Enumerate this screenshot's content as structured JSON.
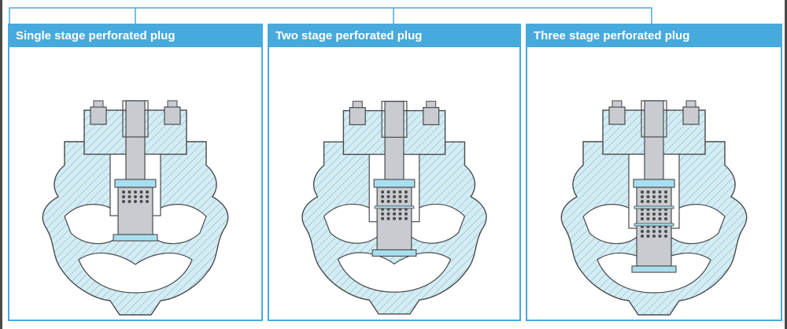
{
  "panels": [
    {
      "title": "Single stage perforated plug",
      "stages": 1
    },
    {
      "title": "Two stage perforated plug",
      "stages": 2
    },
    {
      "title": "Three stage perforated plug",
      "stages": 3
    }
  ],
  "colors": {
    "accent": "#48a9dc",
    "body_fill": "#d6ecf3",
    "hatch": "#7fc2dc",
    "outline": "#4a4a4a",
    "steel": "#c8ccd0",
    "seal": "#a8dff0"
  },
  "icons": [
    "valve-body-icon",
    "bolt-icon",
    "perforated-plug-icon",
    "stem-icon"
  ]
}
